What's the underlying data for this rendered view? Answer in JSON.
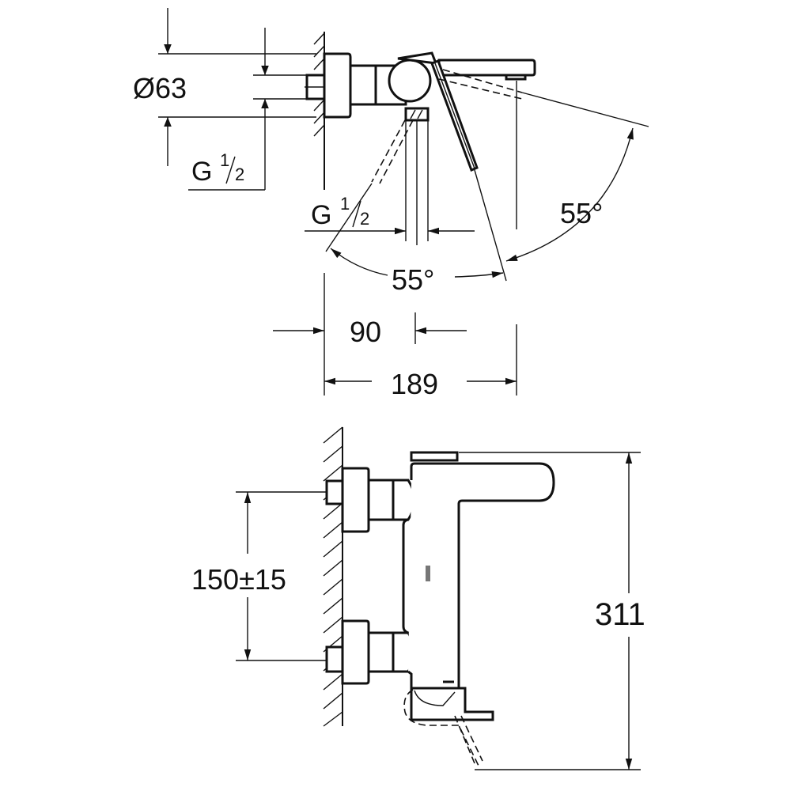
{
  "top_view": {
    "diameter_label": "Ø63",
    "inlet_thread_label": {
      "main": "G",
      "num": "1",
      "den": "2"
    },
    "outlet_thread_label": {
      "main": "G",
      "num": "1",
      "den": "2"
    },
    "lever_angle_right": "55°",
    "lever_angle_bottom": "55°",
    "dim_outlet_offset": "90",
    "dim_projection": "189"
  },
  "side_view": {
    "dim_inlet_spacing": "150±15",
    "dim_height": "311"
  },
  "colors": {
    "line": "#111111",
    "background": "#ffffff"
  }
}
